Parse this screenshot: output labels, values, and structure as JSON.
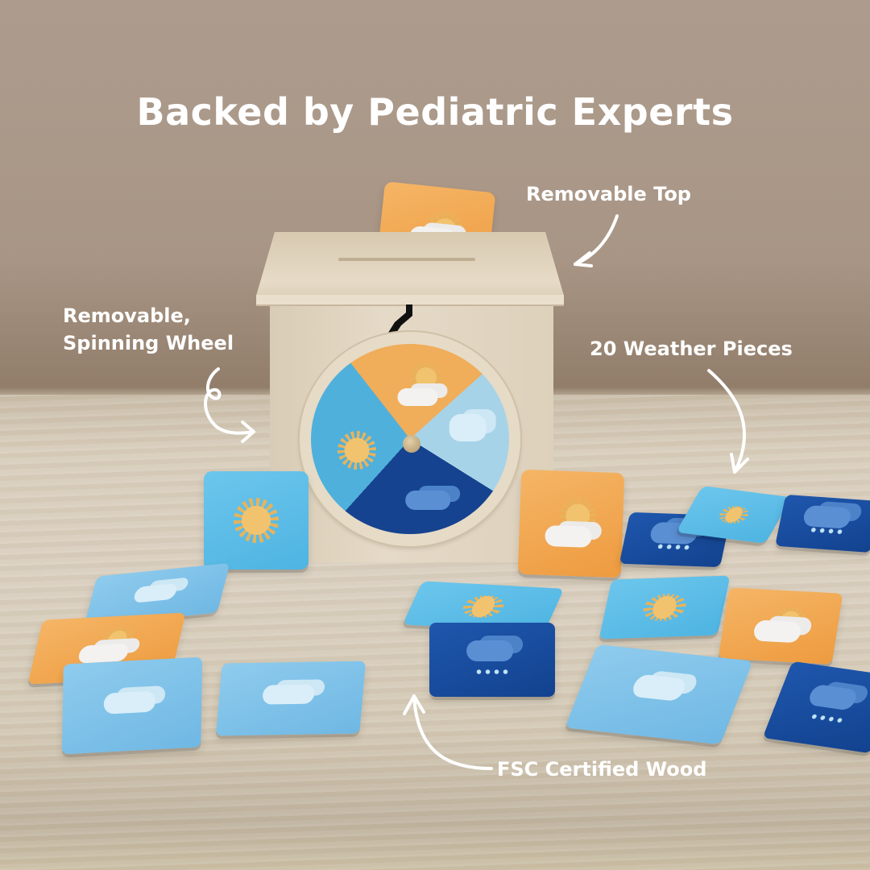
{
  "headline": "Backed by Pediatric Experts",
  "callouts": [
    {
      "id": "removable-top",
      "text": "Removable Top"
    },
    {
      "id": "spinning-wheel",
      "line1": "Removable,",
      "line2": "Spinning Wheel"
    },
    {
      "id": "weather-pieces",
      "text": "20 Weather Pieces"
    },
    {
      "id": "fsc-wood",
      "text": "FSC Certified Wood"
    }
  ],
  "colors": {
    "text": "#ffffff",
    "wall": "#ad9c8e",
    "table": "#d8cdbb",
    "wood_box": "#e5dac7",
    "tile_orange": "#f0a64f",
    "tile_light_blue": "#7fc2ea",
    "tile_sky_blue": "#5bbde6",
    "tile_navy": "#1a4c9e"
  },
  "wheel": {
    "segments": [
      {
        "icon": "partly-cloudy-icon",
        "color": "#f0ad5a"
      },
      {
        "icon": "snow-cloud-icon",
        "color": "#a7d3e8"
      },
      {
        "icon": "rain-cloud-icon",
        "color": "#16438f"
      },
      {
        "icon": "sun-icon",
        "color": "#4fb0dc"
      }
    ]
  },
  "pieces": [
    {
      "icon": "partly-cloudy-icon",
      "color": "orange"
    },
    {
      "icon": "sun-icon",
      "color": "sky"
    },
    {
      "icon": "partly-cloudy-icon",
      "color": "orange"
    },
    {
      "icon": "rain-cloud-icon",
      "color": "navy"
    },
    {
      "icon": "sun-icon",
      "color": "sky"
    },
    {
      "icon": "rain-cloud-icon",
      "color": "navy"
    },
    {
      "icon": "snow-cloud-icon",
      "color": "light"
    },
    {
      "icon": "partly-cloudy-icon",
      "color": "orange"
    },
    {
      "icon": "snow-cloud-icon",
      "color": "light"
    },
    {
      "icon": "snow-cloud-icon",
      "color": "light"
    },
    {
      "icon": "sun-icon",
      "color": "sky"
    },
    {
      "icon": "rain-cloud-icon",
      "color": "navy"
    },
    {
      "icon": "sun-icon",
      "color": "sky"
    },
    {
      "icon": "partly-cloudy-icon",
      "color": "orange"
    },
    {
      "icon": "snow-cloud-icon",
      "color": "light"
    },
    {
      "icon": "rain-cloud-icon",
      "color": "navy"
    }
  ]
}
